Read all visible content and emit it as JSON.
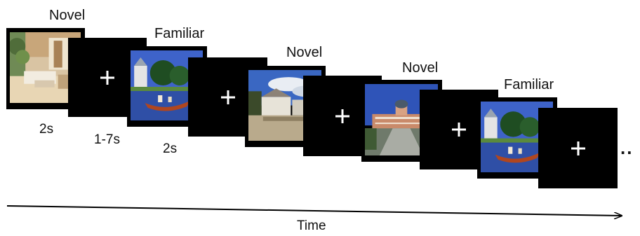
{
  "trials": [
    {
      "condition": "Novel",
      "scene": "interior"
    },
    {
      "condition": "Familiar",
      "scene": "lake-palace"
    },
    {
      "condition": "Novel",
      "scene": "village"
    },
    {
      "condition": "Novel",
      "scene": "palace"
    },
    {
      "condition": "Familiar",
      "scene": "lake-palace"
    }
  ],
  "durations": {
    "image": "2s",
    "fixation": "1-7s",
    "image_second": "2s"
  },
  "fixation_symbol": "+",
  "continuation": "..",
  "axis_label": "Time",
  "colors": {
    "frame": "#000000",
    "text": "#111111",
    "fixation": "#ffffff"
  }
}
